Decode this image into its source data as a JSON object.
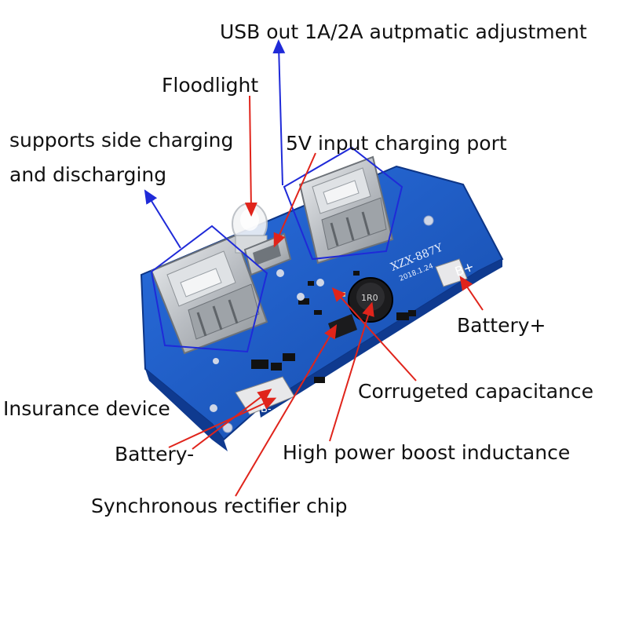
{
  "labels": {
    "usb_out": "USB out 1A/2A autpmatic adjustment",
    "floodlight": "Floodlight",
    "side_charging_line1": "supports side charging",
    "side_charging_line2": "and discharging",
    "input_port": "5V input charging port",
    "battery_plus": "Battery+",
    "corrugated_cap": "Corrugeted capacitance",
    "insurance": "Insurance device",
    "battery_minus": "Battery-",
    "inductance": "High power boost inductance",
    "rectifier": "Synchronous rectifier chip"
  },
  "board": {
    "model": "XZX-887Y",
    "date": "2018.1.24",
    "pad_plus": "B+",
    "pad_minus": "B-",
    "inductor_marking": "1R0"
  },
  "colors": {
    "pcb": "#1f5fcf",
    "pcb_dark": "#123e96",
    "pointer_red": "#e0241b",
    "pointer_blue": "#1f2ad8",
    "metal": "#c9cccf"
  }
}
